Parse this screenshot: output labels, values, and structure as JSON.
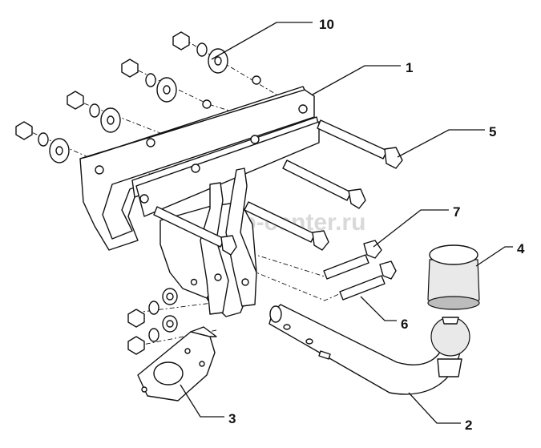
{
  "watermark": "farkop-center.ru",
  "callouts": [
    {
      "id": "c10",
      "text": "10"
    },
    {
      "id": "c1",
      "text": "1"
    },
    {
      "id": "c5",
      "text": "5"
    },
    {
      "id": "c7",
      "text": "7"
    },
    {
      "id": "c4",
      "text": "4"
    },
    {
      "id": "c6",
      "text": "6"
    },
    {
      "id": "c3",
      "text": "3"
    },
    {
      "id": "c2",
      "text": "2"
    }
  ]
}
